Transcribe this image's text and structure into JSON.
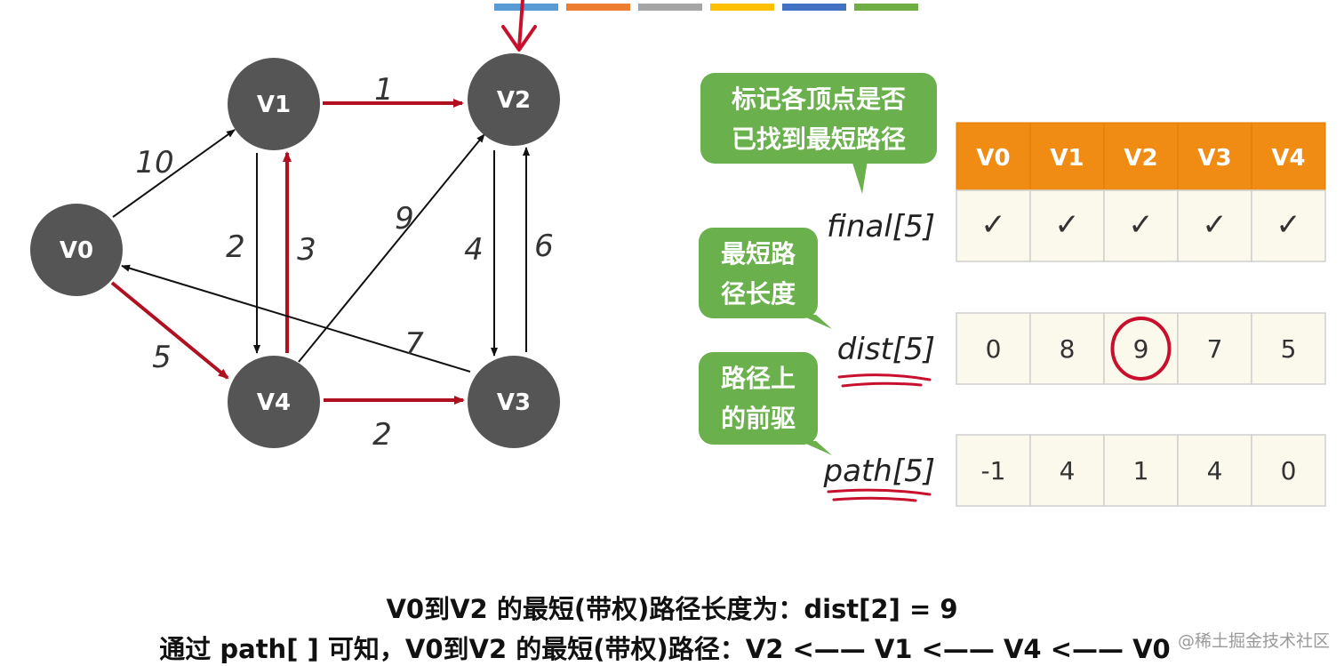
{
  "graph": {
    "nodes": [
      {
        "id": "V0",
        "label": "V0"
      },
      {
        "id": "V1",
        "label": "V1"
      },
      {
        "id": "V2",
        "label": "V2"
      },
      {
        "id": "V3",
        "label": "V3"
      },
      {
        "id": "V4",
        "label": "V4"
      }
    ],
    "edges": [
      {
        "from": "V0",
        "to": "V1",
        "weight": "10",
        "highlight": false
      },
      {
        "from": "V1",
        "to": "V2",
        "weight": "1",
        "highlight": true
      },
      {
        "from": "V1",
        "to": "V4",
        "weight": "2",
        "highlight": false
      },
      {
        "from": "V4",
        "to": "V1",
        "weight": "3",
        "highlight": true
      },
      {
        "from": "V4",
        "to": "V2",
        "weight": "9",
        "highlight": false
      },
      {
        "from": "V2",
        "to": "V3",
        "weight": "4",
        "highlight": false
      },
      {
        "from": "V3",
        "to": "V2",
        "weight": "6",
        "highlight": false
      },
      {
        "from": "V3",
        "to": "V0",
        "weight": "7",
        "highlight": false
      },
      {
        "from": "V0",
        "to": "V4",
        "weight": "5",
        "highlight": true
      },
      {
        "from": "V4",
        "to": "V3",
        "weight": "2",
        "highlight": true
      }
    ]
  },
  "table": {
    "headers": [
      "V0",
      "V1",
      "V2",
      "V3",
      "V4"
    ],
    "rows": [
      {
        "name": "final[5]",
        "type": "check",
        "values": [
          "✓",
          "✓",
          "✓",
          "✓",
          "✓"
        ]
      },
      {
        "name": "dist[5]",
        "type": "value",
        "values": [
          "0",
          "8",
          "9",
          "7",
          "5"
        ]
      },
      {
        "name": "path[5]",
        "type": "value",
        "values": [
          "-1",
          "4",
          "1",
          "4",
          "0"
        ]
      }
    ]
  },
  "bubbles": [
    {
      "lines": [
        "标记各顶点是否",
        "已找到最短路径"
      ]
    },
    {
      "lines": [
        "最短路",
        "径长度"
      ]
    },
    {
      "lines": [
        "路径上",
        "的前驱"
      ]
    }
  ],
  "captions": {
    "line1": "V0到V2 的最短(带权)路径长度为：dist[2] = 9",
    "line2": "通过 path[ ] 可知，V0到V2 的最短(带权)路径：V2 <—— V1 <—— V4 <—— V0"
  },
  "watermark": "@稀土掘金技术社区",
  "colors": {
    "node": "#555555",
    "edge": "#111111",
    "highlight_edge": "#b01020",
    "bubble": "#6ab04c",
    "table_header": "#f08c14",
    "table_cell": "#fbf8ec",
    "table_border": "#cfcfcf",
    "annotation": "#c8102e"
  },
  "color_bar": [
    "#5b9bd5",
    "#ed7d31",
    "#a5a5a5",
    "#ffc000",
    "#4472c4",
    "#70ad47"
  ],
  "annotations": {
    "circled_cell": {
      "row": 1,
      "col": 2
    },
    "underlined_rows": [
      1,
      2
    ],
    "pointed_node": "V2"
  }
}
